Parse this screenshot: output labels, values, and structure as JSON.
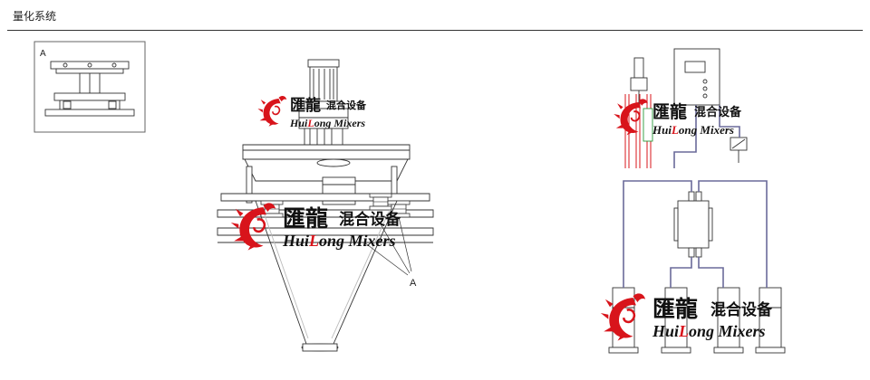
{
  "header": {
    "title": "量化系统"
  },
  "labels": {
    "detail_label": "A",
    "callout_label": "A"
  },
  "watermark": {
    "brand_cn": "匯龍",
    "product_cn": "混合设备",
    "brand_en_prefix": "Hui",
    "brand_en_highlight": "L",
    "brand_en_suffix": "ong Mixers",
    "logo_color": "#d8141b"
  },
  "colors": {
    "line": "#333333",
    "cable": "#6a6a9a",
    "accent": "#d8141b"
  }
}
